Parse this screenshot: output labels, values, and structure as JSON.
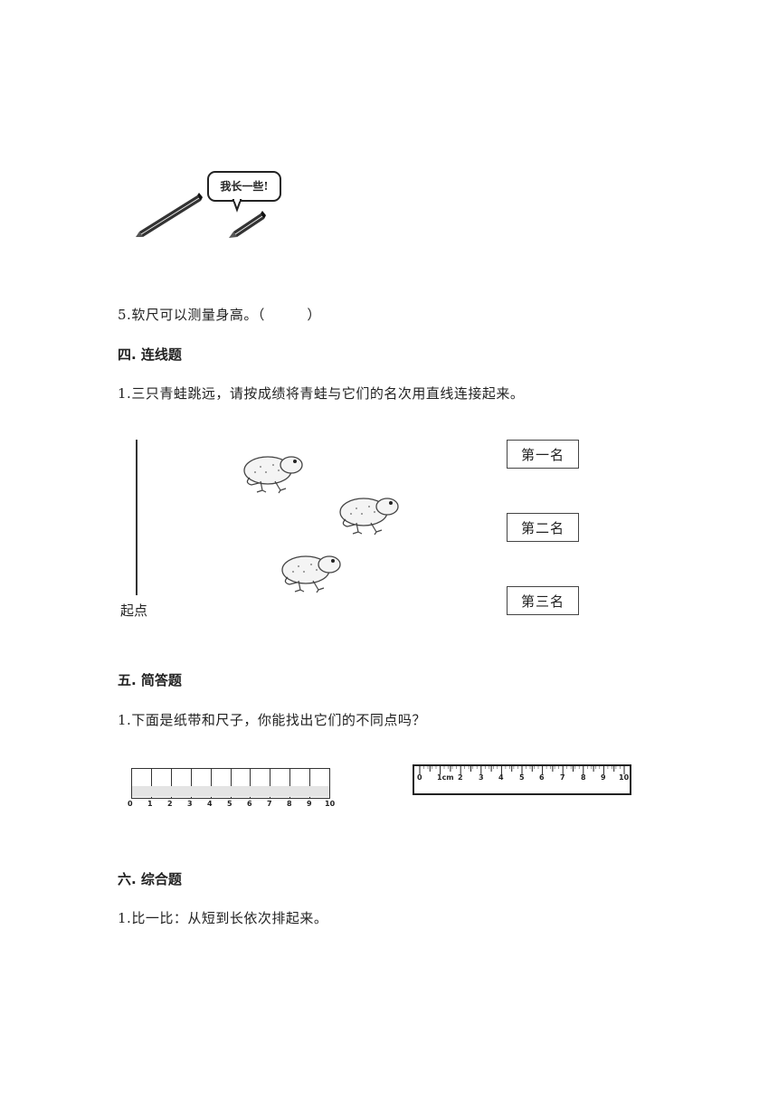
{
  "pencil_bubble": {
    "text": "我长一些!"
  },
  "q3_5": {
    "number": "5.",
    "text": "软尺可以测量身高。（　　　）"
  },
  "section4": {
    "title": "四. 连线题",
    "q1": {
      "number": "1.",
      "text": "三只青蛙跳远，请按成绩将青蛙与它们的名次用直线连接起来。"
    },
    "start_label": "起点",
    "ranks": [
      "第一名",
      "第二名",
      "第三名"
    ]
  },
  "section5": {
    "title": "五. 简答题",
    "q1": {
      "number": "1.",
      "text": "下面是纸带和尺子，你能找出它们的不同点吗？"
    },
    "tape_ticks": [
      "0",
      "1",
      "2",
      "3",
      "4",
      "5",
      "6",
      "7",
      "8",
      "9",
      "10"
    ],
    "ruler_ticks": [
      "0",
      "1cm",
      "2",
      "3",
      "4",
      "5",
      "6",
      "7",
      "8",
      "9",
      "10"
    ]
  },
  "section6": {
    "title": "六. 综合题",
    "q1": {
      "number": "1.",
      "text": "比一比：从短到长依次排起来。"
    }
  }
}
